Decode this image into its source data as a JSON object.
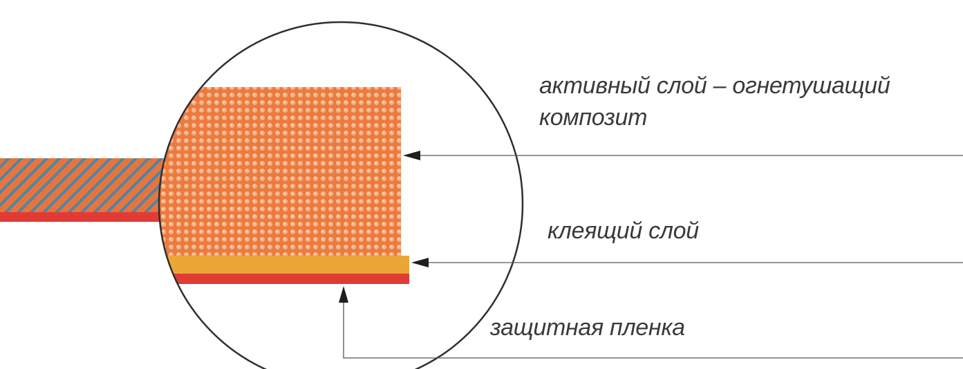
{
  "labels": {
    "active_layer_line1": "активный слой –  огнетушащий",
    "active_layer_line2": "композит",
    "adhesive_layer": "клеящий слой",
    "protective_film": "защитная пленка"
  },
  "colors": {
    "composite_orange": "#ec7a3f",
    "composite_dots": "#f6b183",
    "hatch_blue": "#4f86a6",
    "adhesive_yellow": "#eba637",
    "film_red": "#e03c35",
    "outline": "#2e2e2e",
    "leader_line": "#555555"
  }
}
